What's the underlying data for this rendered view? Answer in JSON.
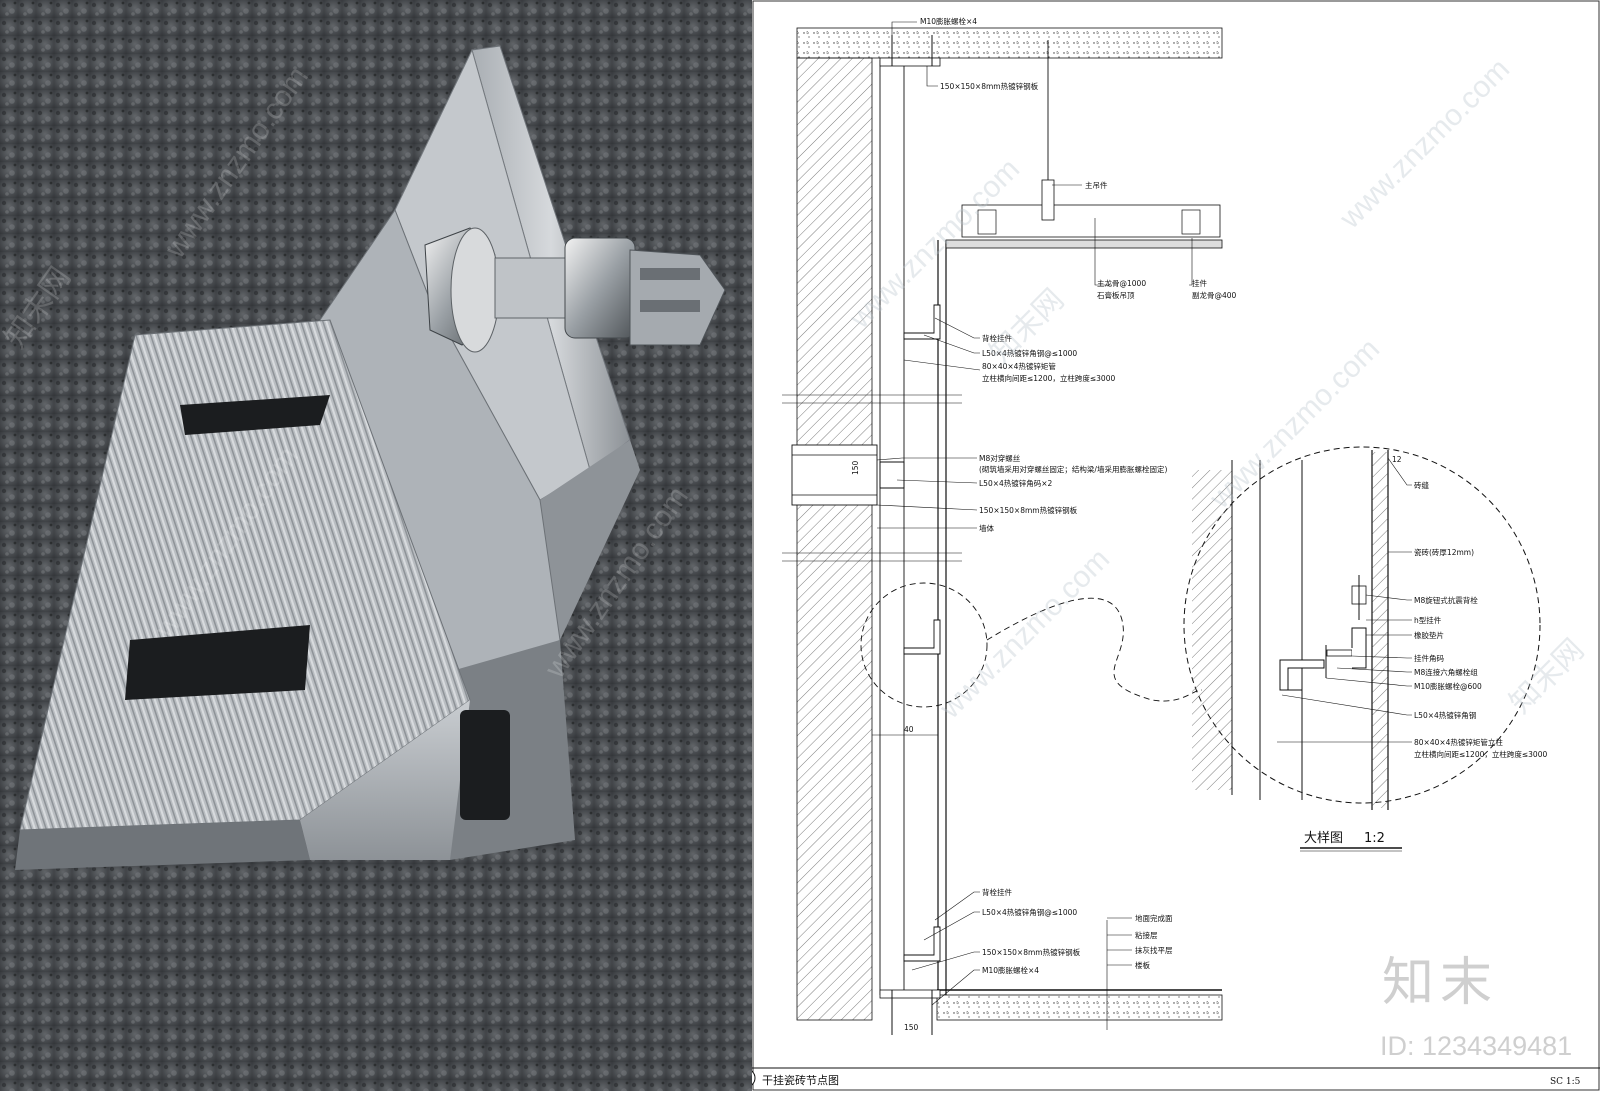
{
  "photo": {
    "watermark": "www.znzmo.com",
    "watermark_cn": "知末网"
  },
  "drawing": {
    "title_no": "01",
    "title": "干挂瓷砖节点图",
    "scale": "SC 1:5",
    "detail_title": "大样图",
    "detail_scale": "1:2",
    "brand_name": "知末",
    "brand_id": "ID: 1234349481",
    "watermark": "www.znzmo.com",
    "watermark_cn": "知末网",
    "dim_150_a": "150",
    "dim_40": "40",
    "dim_150_b": "150",
    "dim_12": "12",
    "labels": {
      "m10_top": "M10膨胀螺栓×4",
      "plate_top": "150×150×8mm热镀锌钢板",
      "main_hanger": "主吊件",
      "main_keel": "主龙骨@1000",
      "gypsum_ceiling": "石膏板吊顶",
      "hanger": "挂件",
      "sub_keel": "副龙骨@400",
      "back_bolt_1": "背栓挂件",
      "angle_1": "L50×4热镀锌角钢@≤1000",
      "tube_1": "80×40×4热镀锌矩管",
      "tube_1b": "立柱横向间距≤1200，立柱跨度≤3000",
      "m8_through": "M8对穿螺丝",
      "m8_note": "(砌筑墙采用对穿螺丝固定；结构梁/墙采用膨胀螺栓固定)",
      "angle_code": "L50×4热镀锌角码×2",
      "plate_mid": "150×150×8mm热镀锌钢板",
      "wall": "墙体",
      "back_bolt_2": "背栓挂件",
      "angle_2": "L50×4热镀锌角钢@≤1000",
      "plate_bot": "150×150×8mm热镀锌钢板",
      "m10_bot": "M10膨胀螺栓×4",
      "floor_finish": "地面完成面",
      "bond_layer": "粘接层",
      "plaster_layer": "抹灰找平层",
      "floor_slab": "楼板"
    },
    "detail_labels": {
      "joint": "砖缝",
      "tile": "瓷砖(砖厚12mm)",
      "m8_bolt": "M8旋钮式抗震背栓",
      "h_hanger": "h型挂件",
      "rubber": "橡胶垫片",
      "hanger_angle": "挂件角码",
      "m8_hex": "M8连接六角螺栓组",
      "m10_bolt": "M10膨胀螺栓@600",
      "angle": "L50×4热镀锌角钢",
      "tube": "80×40×4热镀锌矩管立柱",
      "tube_b": "立柱横向间距≤1200，立柱跨度≤3000"
    }
  }
}
